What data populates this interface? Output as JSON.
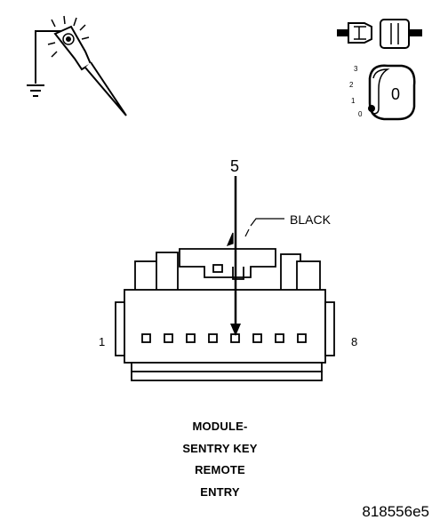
{
  "pin_callout": "5",
  "wire_color": "BLACK",
  "pin_range": {
    "first": "1",
    "last": "8"
  },
  "ignition_positions": [
    "3",
    "2",
    "1",
    "0"
  ],
  "key_glyph": "0",
  "caption": [
    "MODULE-",
    "SENTRY KEY",
    "REMOTE",
    "ENTRY"
  ],
  "figure_id": "818556e5",
  "icons": [
    "test-probe-icon",
    "ground-symbol-icon",
    "disconnect-connector-icon",
    "ignition-switch-icon"
  ]
}
